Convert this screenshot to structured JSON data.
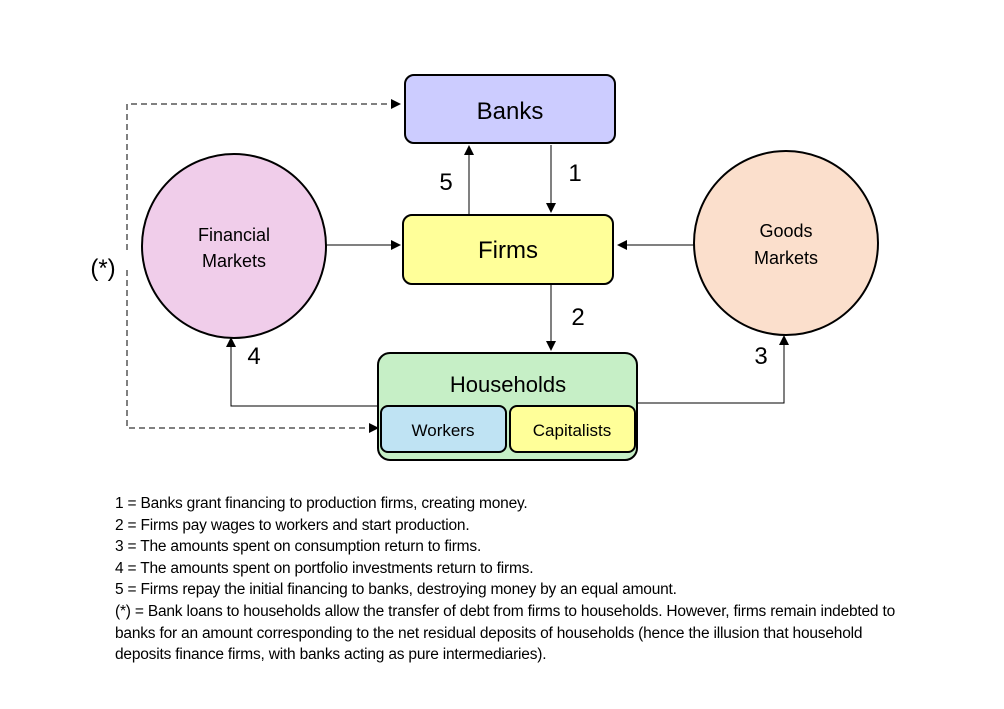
{
  "diagram": {
    "banks": "Banks",
    "firms": "Firms",
    "households": "Households",
    "workers": "Workers",
    "capitalists": "Capitalists",
    "financial_markets": [
      "Financial",
      "Markets"
    ],
    "goods_markets": [
      "Goods",
      "Markets"
    ],
    "flow_labels": {
      "one": "1",
      "two": "2",
      "three": "3",
      "four": "4",
      "five": "5",
      "star": "(*)"
    },
    "colors": {
      "banks": "#ccccff",
      "firms": "#ffff99",
      "households": "#c6efc6",
      "workers": "#bfe3f3",
      "capitalists": "#ffff99",
      "financial_markets": "#f0cdea",
      "goods_markets": "#fbdfcc"
    }
  },
  "legend": [
    "1 = Banks grant financing to production firms, creating money.",
    "2 = Firms pay wages to workers and start production.",
    "3 = The amounts spent on consumption return to firms.",
    "4 = The amounts spent on portfolio investments return to firms.",
    "5 = Firms repay the initial financing to banks, destroying money by an equal amount.",
    "(*) = Bank loans to households allow the transfer of debt from firms to households. However, firms remain indebted to banks for an amount corresponding to the net residual deposits of households (hence the illusion that household deposits finance firms, with banks acting as pure intermediaries)."
  ]
}
